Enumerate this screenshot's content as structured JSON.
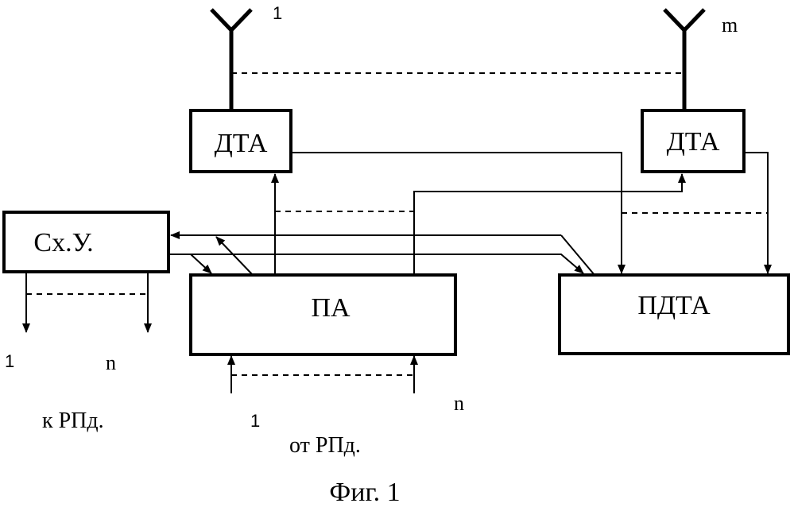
{
  "blocks": {
    "dta_1": "ДТА",
    "dta_m": "ДТА",
    "control": "Сх.У.",
    "pa": "ПА",
    "pdta": "ПДТА"
  },
  "antennas": {
    "first": "1",
    "last": "m"
  },
  "outputs": {
    "first": "1",
    "last": "n",
    "caption": "к РПд."
  },
  "inputs": {
    "first": "1",
    "last": "n",
    "caption": "от РПд."
  },
  "figure_caption": "Фиг. 1"
}
